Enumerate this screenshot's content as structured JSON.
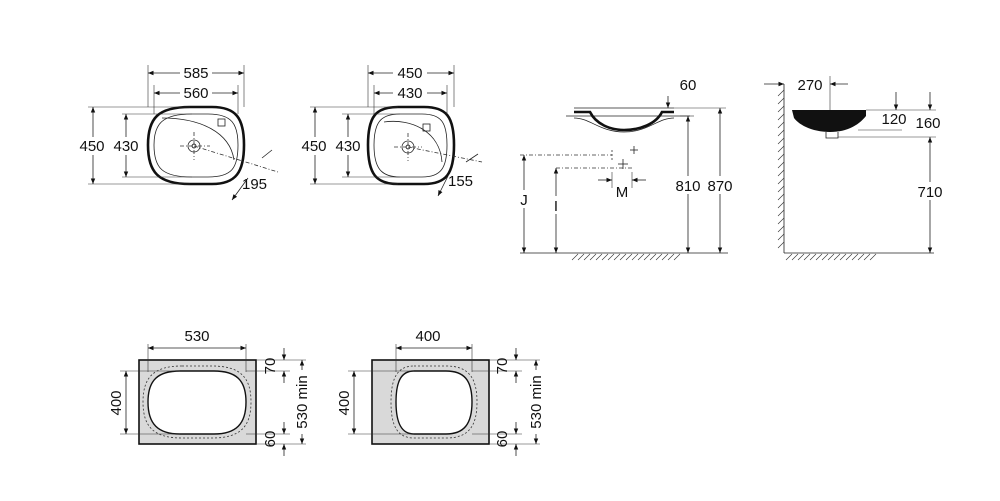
{
  "top_view_a": {
    "outer_width": "585",
    "inner_width": "560",
    "outer_depth": "450",
    "inner_depth": "430",
    "offset": "195"
  },
  "top_view_b": {
    "outer_width": "450",
    "inner_width": "430",
    "outer_depth": "450",
    "inner_depth": "430",
    "offset": "155"
  },
  "front_section": {
    "rim_offset": "60",
    "height_inner": "810",
    "height_outer": "870",
    "label_j": "J",
    "label_i": "I",
    "label_m": "M"
  },
  "side_section": {
    "depth": "270",
    "bowl_depth": "120",
    "total_depth": "160",
    "height": "710"
  },
  "cutout_a": {
    "width": "530",
    "depth": "400",
    "margin_top": "70",
    "margin_bottom": "60",
    "counter_min": "530 min"
  },
  "cutout_b": {
    "width": "400",
    "depth": "400",
    "margin_top": "70",
    "margin_bottom": "60",
    "counter_min": "530 min"
  },
  "colors": {
    "line": "#111111",
    "counter": "#d9d9d9"
  }
}
